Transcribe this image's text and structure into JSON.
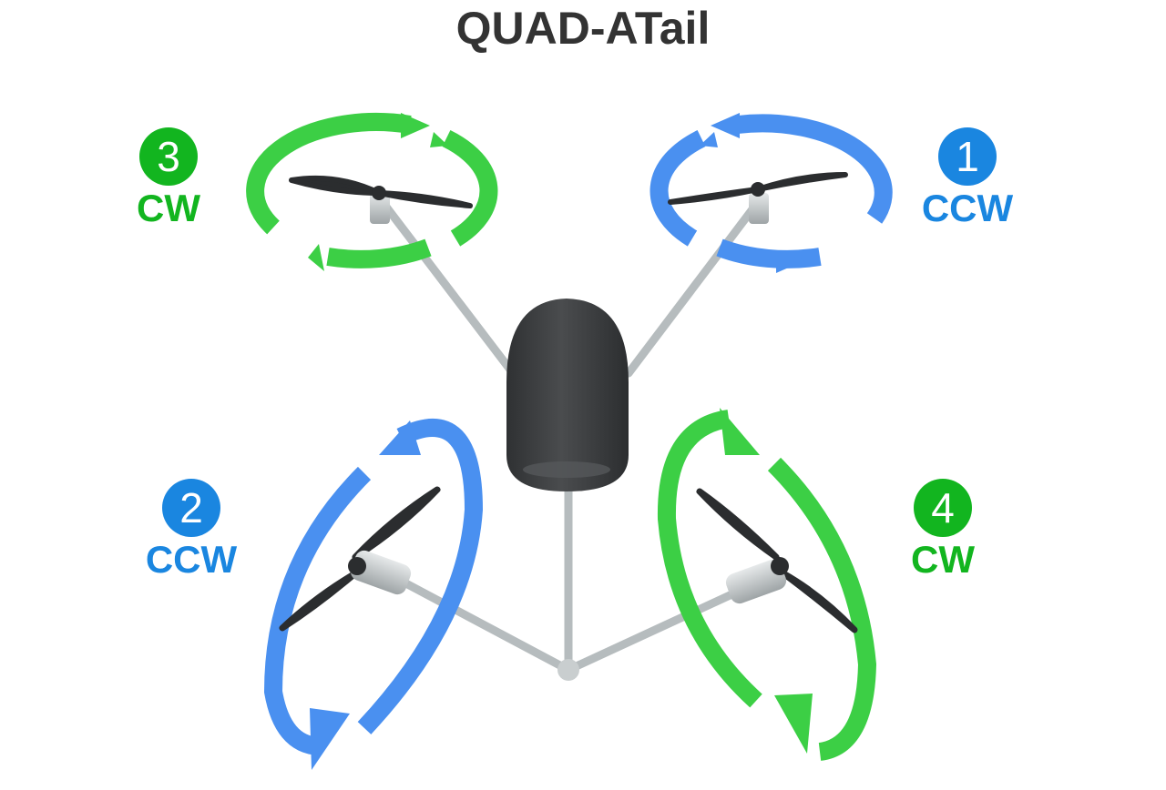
{
  "title": "QUAD-ATail",
  "motors": [
    {
      "number": "1",
      "direction": "CCW",
      "color": "#1a86e0"
    },
    {
      "number": "2",
      "direction": "CCW",
      "color": "#1a86e0"
    },
    {
      "number": "3",
      "direction": "CW",
      "color": "#12b51f"
    },
    {
      "number": "4",
      "direction": "CW",
      "color": "#12b51f"
    }
  ],
  "colors": {
    "ccw_arrow": "#4a90f0",
    "cw_arrow": "#3ccf45",
    "body": "#3d3f41",
    "arm": "#b6bcbe",
    "propeller": "#2b2d2f"
  }
}
